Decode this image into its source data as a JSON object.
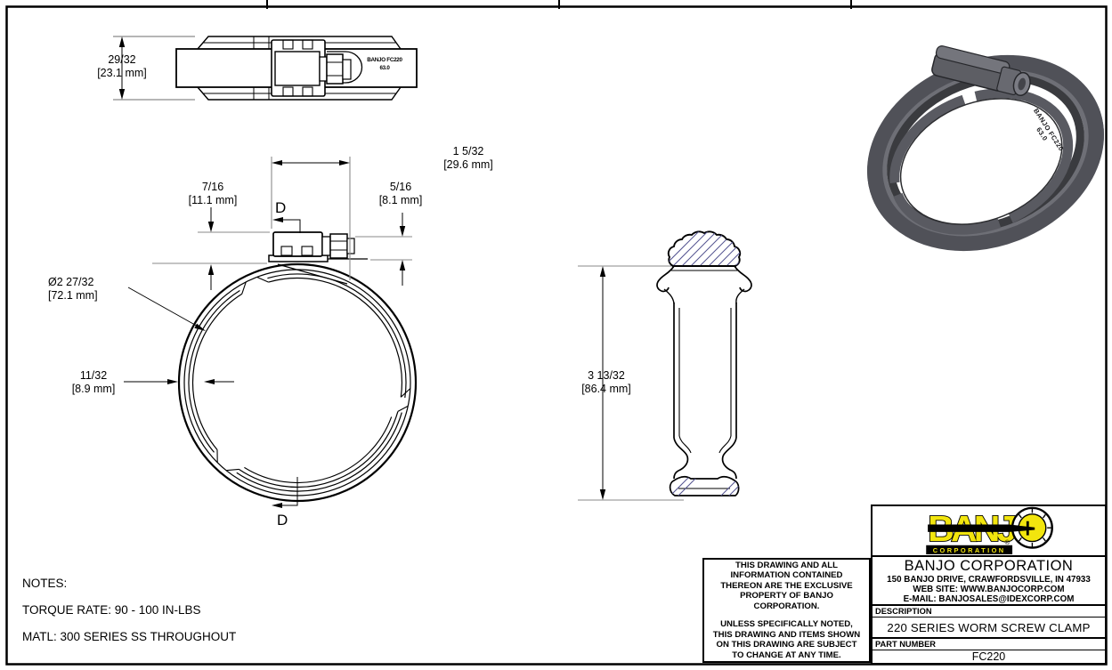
{
  "colors": {
    "line": "#000000",
    "extension_line": "#8a8a8a",
    "hatch": "#52528f",
    "clamp_gray": "#505158",
    "logo_yellow": "#f2e50e"
  },
  "dimensions": {
    "band_width_top": {
      "frac": "29/32",
      "mm": "[23.1 mm]"
    },
    "housing_length": {
      "frac": "1 5/32",
      "mm": "[29.6 mm]"
    },
    "housing_height": {
      "frac": "7/16",
      "mm": "[11.1 mm]"
    },
    "screw_height": {
      "frac": "5/16",
      "mm": "[8.1 mm]"
    },
    "inner_diameter": {
      "frac": "Ø2 27/32",
      "mm": "[72.1 mm]"
    },
    "band_thickness": {
      "frac": "11/32",
      "mm": "[8.9 mm]"
    },
    "overall_height": {
      "frac": "3 13/32",
      "mm": "[86.4 mm]"
    }
  },
  "section_labels": {
    "top": "D",
    "bottom": "D"
  },
  "markings": {
    "band_line1": "BANJO FC220",
    "band_line2": "63.0",
    "iso_line1": "BANJO FC220",
    "iso_line2": "63.0"
  },
  "notes": {
    "title": "NOTES:",
    "lines": [
      "TORQUE RATE: 90 - 100 IN-LBS",
      "MATL: 300 SERIES SS THROUGHOUT"
    ]
  },
  "disclaimer": {
    "p1": "THIS DRAWING AND ALL INFORMATION CONTAINED THEREON ARE THE EXCLUSIVE PROPERTY OF BANJO CORPORATION.",
    "p2": "UNLESS SPECIFICALLY NOTED, THIS DRAWING AND ITEMS SHOWN ON THIS DRAWING ARE SUBJECT TO CHANGE AT ANY TIME."
  },
  "title_block": {
    "logo_brand": "BANJ",
    "logo_sub": "CORPORATION",
    "logo_reg": "®",
    "company": "BANJO CORPORATION",
    "address": "150 BANJO DRIVE, CRAWFORDSVILLE, IN 47933",
    "website": "WEB SITE: WWW.BANJOCORP.COM",
    "email": "E-MAIL: BANJOSALES@IDEXCORP.COM",
    "description_label": "DESCRIPTION",
    "description": "220 SERIES WORM SCREW CLAMP",
    "part_number_label": "PART NUMBER",
    "part_number": "FC220"
  }
}
